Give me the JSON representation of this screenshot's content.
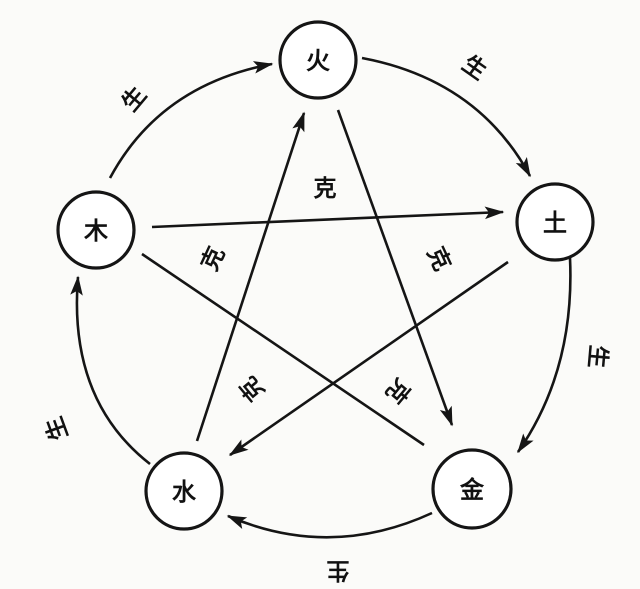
{
  "elements": {
    "fire": "火",
    "earth": "土",
    "metal": "金",
    "water": "水",
    "wood": "木"
  },
  "relations": {
    "generate": "生",
    "overcome": "克"
  },
  "colors": {
    "ink": "#151515",
    "paper": "#fbfbf9"
  }
}
